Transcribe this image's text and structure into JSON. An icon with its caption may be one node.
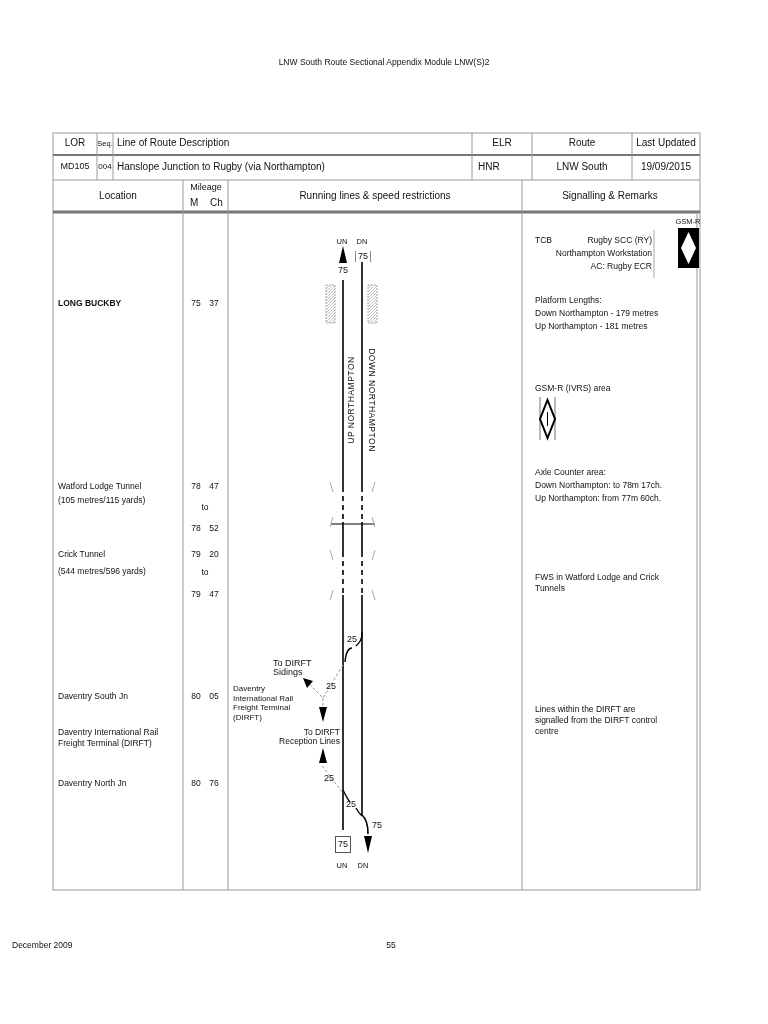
{
  "diagram": {
    "title": "LNW South Route Sectional Appendix Module LNW(S)2",
    "labels": [
      "LOR",
      "Seq.",
      "Line of Route Description",
      "ELR",
      "Route",
      "Last Updated",
      "MD105",
      "004",
      "Hanslope Junction to Rugby (via Northampton)",
      "HNR",
      "LNW South",
      "19/09/2015",
      "Location",
      "Mileage",
      "M",
      "Ch",
      "Running lines & speed restrictions",
      "Signalling & Remarks",
      "GSM-R",
      "UN",
      "DN",
      "TCB",
      "Rugby SCC (RY)",
      "Northampton Workstation",
      "AC: Rugby ECR",
      "75",
      "75",
      "LONG BUCKBY",
      "75 37",
      "Platform Lengths:",
      "Down Northampton - 179 metres",
      "Up Northampton - 181 metres",
      "UP NORTHAMPTON",
      "DOWN NORTHAMPTON",
      "GSM-R (IVRS) area",
      "Axle Counter area:",
      "Down Northampton: to 78m 17ch.",
      "Up Northampton: from 77m 60ch.",
      "Watford Lodge Tunnel",
      "78 47",
      "(105 metres/115 yards)",
      "to",
      "78 52",
      "Crick Tunnel",
      "79 20",
      "(544 metres/596 yards)",
      "to",
      "FWS in Watford Lodge and Crick Tunnels",
      "79 47",
      "25",
      "To DIRFT Sidings",
      "Daventry International Rail Freight Terminal (DIRFT)",
      "25",
      "Daventry South Jn",
      "80 05",
      "Lines within the DIRFT are signalled from the DIRFT control centre",
      "Daventry International Rail Freight Terminal (DIRFT)",
      "To DIRFT Reception Lines",
      "25",
      "Daventry North Jn",
      "80 76",
      "25",
      "75",
      "75",
      "UN",
      "DN",
      "December 2009",
      "55"
    ]
  }
}
